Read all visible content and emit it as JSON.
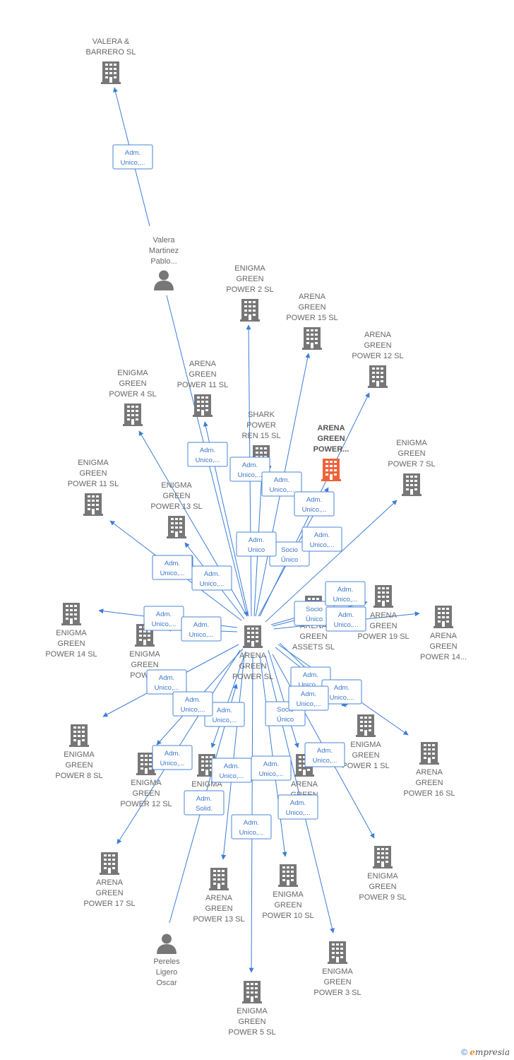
{
  "colors": {
    "edge": "#3b7dd8",
    "building": "#777777",
    "highlight": "#f0623a",
    "person": "#777777"
  },
  "nodes": [
    {
      "id": "center",
      "type": "company",
      "lines": [
        "ARENA",
        "GREEN",
        "POWER  SL"
      ]
    },
    {
      "id": "valera_barrero",
      "type": "company",
      "lines": [
        "VALERA &",
        "BARRERO  SL"
      ]
    },
    {
      "id": "valera_person",
      "type": "person",
      "lines": [
        "Valera",
        "Martinez",
        "Pablo..."
      ]
    },
    {
      "id": "pereles_person",
      "type": "person",
      "lines": [
        "Pereles",
        "Ligero",
        "Oscar"
      ]
    },
    {
      "id": "enigma2",
      "type": "company",
      "lines": [
        "ENIGMA",
        "GREEN",
        "POWER 2  SL"
      ]
    },
    {
      "id": "arena15",
      "type": "company",
      "lines": [
        "ARENA",
        "GREEN",
        "POWER 15  SL"
      ]
    },
    {
      "id": "arena12",
      "type": "company",
      "lines": [
        "ARENA",
        "GREEN",
        "POWER 12  SL"
      ]
    },
    {
      "id": "enigma4",
      "type": "company",
      "lines": [
        "ENIGMA",
        "GREEN",
        "POWER 4  SL"
      ]
    },
    {
      "id": "arena11",
      "type": "company",
      "lines": [
        "ARENA",
        "GREEN",
        "POWER 11  SL"
      ]
    },
    {
      "id": "shark15",
      "type": "company",
      "lines": [
        "SHARK",
        "POWER",
        "REN 15  SL"
      ]
    },
    {
      "id": "arena_power_hl",
      "type": "company",
      "highlight": true,
      "lines": [
        "ARENA",
        "GREEN",
        "POWER..."
      ]
    },
    {
      "id": "enigma7",
      "type": "company",
      "lines": [
        "ENIGMA",
        "GREEN",
        "POWER 7  SL"
      ]
    },
    {
      "id": "enigma11",
      "type": "company",
      "lines": [
        "ENIGMA",
        "GREEN",
        "POWER 11  SL"
      ]
    },
    {
      "id": "enigma13",
      "type": "company",
      "lines": [
        "ENIGMA",
        "GREEN",
        "POWER 13  SL"
      ]
    },
    {
      "id": "enigma14",
      "type": "company",
      "lines": [
        "ENIGMA",
        "GREEN",
        "POWER 14  SL"
      ]
    },
    {
      "id": "enigma_pow",
      "type": "company",
      "lines": [
        "ENIGMA",
        "GREEN",
        "POWER"
      ]
    },
    {
      "id": "assets",
      "type": "company",
      "lines": [
        "ARENA",
        "GREEN",
        "ASSETS  SL"
      ]
    },
    {
      "id": "arena19",
      "type": "company",
      "lines": [
        "ARENA",
        "GREEN",
        "POWER 19  SL"
      ]
    },
    {
      "id": "arena14",
      "type": "company",
      "lines": [
        "ARENA",
        "GREEN",
        "POWER 14..."
      ]
    },
    {
      "id": "enigma8",
      "type": "company",
      "lines": [
        "ENIGMA",
        "GREEN",
        "POWER 8  SL"
      ]
    },
    {
      "id": "enigma12",
      "type": "company",
      "lines": [
        "ENIGMA",
        "GREEN",
        "POWER 12  SL"
      ]
    },
    {
      "id": "enigma_po",
      "type": "company",
      "lines": [
        "ENIGMA",
        "",
        "PO"
      ]
    },
    {
      "id": "arena_p",
      "type": "company",
      "lines": [
        "ARENA",
        "GREEN",
        "P          SL"
      ]
    },
    {
      "id": "enigma1",
      "type": "company",
      "lines": [
        "ENIGMA",
        "GREEN",
        "POWER 1  SL"
      ]
    },
    {
      "id": "arena16",
      "type": "company",
      "lines": [
        "ARENA",
        "GREEN",
        "POWER 16  SL"
      ]
    },
    {
      "id": "arena17",
      "type": "company",
      "lines": [
        "ARENA",
        "GREEN",
        "POWER 17  SL"
      ]
    },
    {
      "id": "arena13",
      "type": "company",
      "lines": [
        "ARENA",
        "GREEN",
        "POWER 13  SL"
      ]
    },
    {
      "id": "enigma10",
      "type": "company",
      "lines": [
        "ENIGMA",
        "GREEN",
        "POWER 10  SL"
      ]
    },
    {
      "id": "enigma9",
      "type": "company",
      "lines": [
        "ENIGMA",
        "GREEN",
        "POWER 9  SL"
      ]
    },
    {
      "id": "enigma3",
      "type": "company",
      "lines": [
        "ENIGMA",
        "GREEN",
        "POWER 3  SL"
      ]
    },
    {
      "id": "enigma5",
      "type": "company",
      "lines": [
        "ENIGMA",
        "GREEN",
        "POWER 5  SL"
      ]
    }
  ],
  "edges": [
    {
      "from": "valera_person",
      "to": "valera_barrero",
      "lines": [
        "Adm.",
        "Unico,..."
      ]
    },
    {
      "from": "valera_person",
      "to": "center",
      "lines": [
        "Adm.",
        "Solid."
      ]
    },
    {
      "from": "pereles_person",
      "to": "center",
      "lines": [
        "Adm.",
        "Solid."
      ]
    },
    {
      "from": "center",
      "to": "enigma2",
      "lines": [
        "Adm.",
        "Unico,..."
      ]
    },
    {
      "from": "center",
      "to": "arena15",
      "lines": [
        "Adm.",
        "Unico,..."
      ]
    },
    {
      "from": "center",
      "to": "arena12",
      "lines": [
        "Socio",
        "Único"
      ]
    },
    {
      "from": "center",
      "to": "enigma4",
      "lines": [
        "Adm.",
        "Unico,..."
      ]
    },
    {
      "from": "center",
      "to": "arena11",
      "lines": [
        "Adm.",
        "Unico,..."
      ]
    },
    {
      "from": "center",
      "to": "shark15",
      "lines": [
        "Adm.",
        "Unico"
      ]
    },
    {
      "from": "center",
      "to": "arena_power_hl",
      "lines": [
        "Adm.",
        "Unico,..."
      ]
    },
    {
      "from": "center",
      "to": "enigma7",
      "lines": [
        "Adm.",
        "Unico,..."
      ]
    },
    {
      "from": "center",
      "to": "enigma11",
      "lines": [
        "Adm.",
        "Unico,..."
      ]
    },
    {
      "from": "center",
      "to": "enigma13",
      "lines": [
        "Adm.",
        "Unico,..."
      ]
    },
    {
      "from": "center",
      "to": "enigma14",
      "lines": [
        "Adm.",
        "Unico,..."
      ]
    },
    {
      "from": "center",
      "to": "enigma_pow",
      "lines": [
        "Adm.",
        "Unico,..."
      ]
    },
    {
      "from": "center",
      "to": "assets",
      "lines": [
        "Socio",
        "Único"
      ]
    },
    {
      "from": "center",
      "to": "arena19",
      "lines": [
        "Adm.",
        "Unico,..."
      ]
    },
    {
      "from": "center",
      "to": "arena14",
      "lines": [
        "Adm.",
        "Unico,..."
      ]
    },
    {
      "from": "center",
      "to": "enigma8",
      "lines": [
        "Adm.",
        "Unico,..."
      ]
    },
    {
      "from": "center",
      "to": "enigma12",
      "lines": [
        "Adm.",
        "Unico,..."
      ]
    },
    {
      "from": "center",
      "to": "enigma_po",
      "lines": [
        "Adm.",
        "Unico,..."
      ]
    },
    {
      "from": "center",
      "to": "arena_p",
      "lines": [
        "Socio",
        "Único"
      ]
    },
    {
      "from": "center",
      "to": "enigma1",
      "lines": [
        "Adm.",
        "Unico,..."
      ]
    },
    {
      "from": "center",
      "to": "arena16",
      "lines": [
        "Adm.",
        "Unico,..."
      ]
    },
    {
      "from": "center",
      "to": "arena17",
      "lines": [
        "Adm.",
        "Unico,..."
      ]
    },
    {
      "from": "center",
      "to": "arena13",
      "lines": [
        "Adm.",
        "Unico,..."
      ]
    },
    {
      "from": "center",
      "to": "enigma10",
      "lines": [
        "Adm.",
        "Unico,..."
      ]
    },
    {
      "from": "center",
      "to": "enigma9",
      "lines": [
        "Adm.",
        "Unico,..."
      ]
    },
    {
      "from": "center",
      "to": "enigma3",
      "lines": [
        "Adm.",
        "Unico,..."
      ]
    },
    {
      "from": "center",
      "to": "enigma5",
      "lines": [
        "Adm.",
        "Unico,..."
      ]
    },
    {
      "from": "center",
      "to": "enigma1",
      "lines": [
        "Adm.",
        "Unico,..."
      ]
    }
  ],
  "footer": {
    "copyright": "©",
    "brand_e": "e",
    "brand_rest": "mpresia"
  }
}
